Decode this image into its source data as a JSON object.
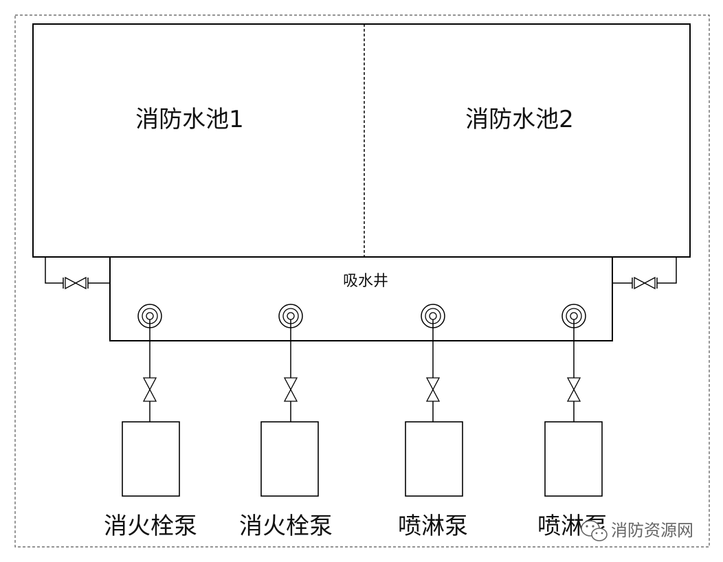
{
  "tanks": [
    {
      "label": "消防水池1"
    },
    {
      "label": "消防水池2"
    }
  ],
  "suction_well": {
    "label": "吸水井"
  },
  "pumps": [
    {
      "label": "消火栓泵"
    },
    {
      "label": "消火栓泵"
    },
    {
      "label": "喷淋泵"
    },
    {
      "label": "喷淋泵"
    }
  ],
  "watermark": {
    "text": "消防资源网",
    "icon": "wechat-icon"
  },
  "colors": {
    "line": "#000000",
    "border": "#555555",
    "watermark": "#666666"
  }
}
